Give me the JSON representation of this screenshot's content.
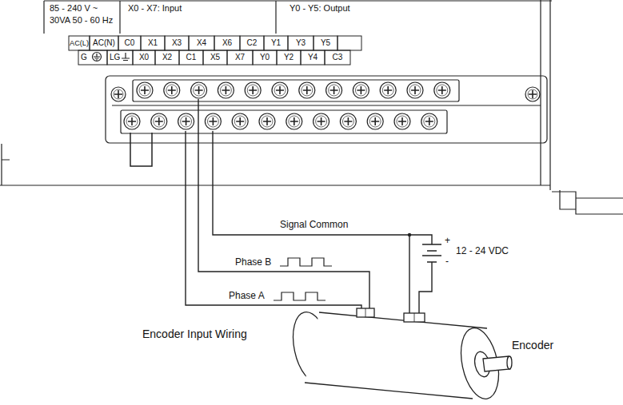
{
  "diagram": {
    "nodes": [
      {
        "text": [
          "Encoder"
        ]
      }
    ],
    "labels": [
      "85 - 240 V ~",
      "30VA 50 - 60 Hz",
      "X0 - X7: Input",
      "Y0 - Y5: Output",
      "AC(L)",
      "AC(N)",
      "C0",
      "X1",
      "X3",
      "X4",
      "X6",
      "C2",
      "Y1",
      "Y3",
      "Y5",
      "G",
      "LG",
      "X0",
      "X2",
      "C1",
      "X5",
      "X7",
      "Y0",
      "Y2",
      "Y4",
      "C3",
      "Signal Common",
      "Phase B",
      "Phase A",
      "+",
      "-",
      "12 - 24 VDC",
      "Encoder Input Wiring"
    ]
  }
}
